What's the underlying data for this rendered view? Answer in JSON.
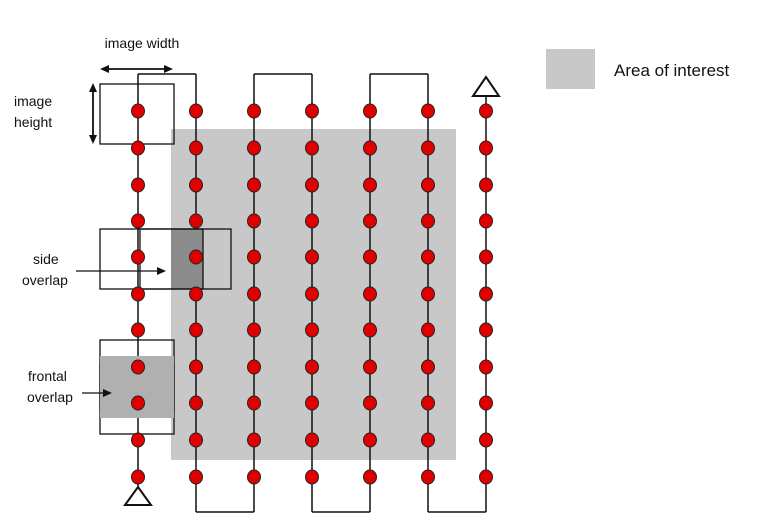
{
  "labels": {
    "image_width": "image width",
    "image_height_line1": "image",
    "image_height_line2": "height",
    "side_overlap_line1": "side",
    "side_overlap_line2": "overlap",
    "frontal_overlap_line1": "frontal",
    "frontal_overlap_line2": "overlap"
  },
  "legend": {
    "label": "Area of interest",
    "color": "#c8c8c8"
  },
  "colors": {
    "area_fill": "#c8c8c8",
    "point_fill": "#e00000",
    "point_stroke": "#222222",
    "path_stroke": "#111111",
    "overlap_side_fill": "#8c8c8c",
    "overlap_frontal_fill": "#b0b0b0"
  },
  "flight_plan": {
    "strips": 7,
    "points_per_strip": 11,
    "start_marker": "triangle",
    "end_marker": "triangle"
  }
}
